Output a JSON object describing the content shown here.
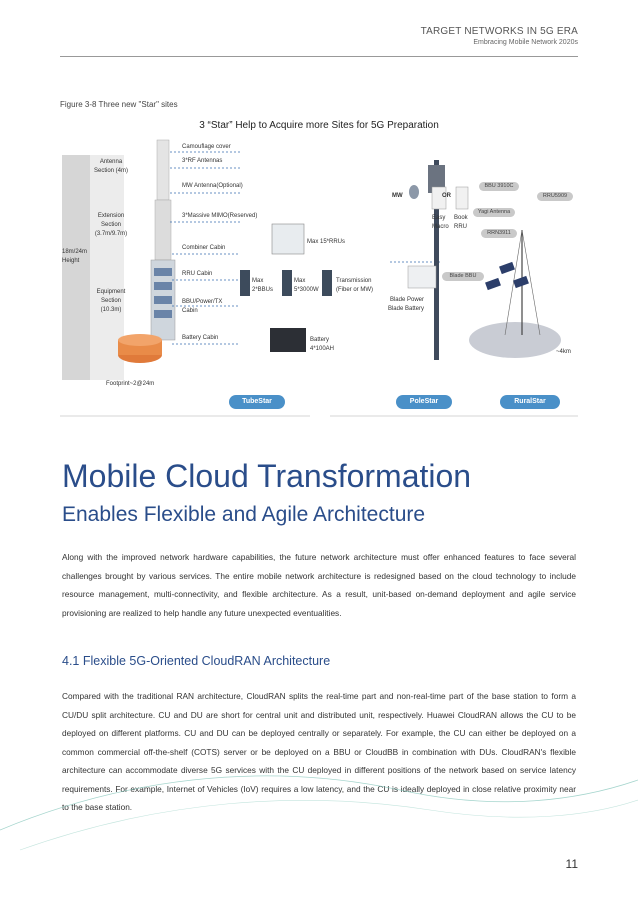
{
  "header": {
    "title": "TARGET NETWORKS IN 5G ERA",
    "subtitle": "Embracing Mobile Network 2020s"
  },
  "figure": {
    "caption": "Figure 3-8   Three new \"Star\" sites",
    "title": "3 “Star” Help to Acquire more Sites for 5G Preparation",
    "tube": {
      "antenna_section": "Antenna Section (4m)",
      "extension_section": "Extension Section (3.7m/9.7m)",
      "height": "18m/24m Height",
      "equipment_section": "Equipment Section (10.3m)",
      "footprint": "Footprint~2@24m",
      "camouflage": "Camouflage cover",
      "rf_antennas": "3*RF Antennas",
      "mw_antenna": "MW Antenna(Optional)",
      "massive_mimo": "3*Massive MIMO(Reserved)",
      "combiner_cabin": "Combiner Cabin",
      "rru_cabin": "RRU Cabin",
      "bbu_cabin": "BBU/Power/TX Cabin",
      "battery_cabin": "Battery Cabin",
      "max_rrus": "Max 15*RRUs",
      "max_bbus": "Max 2*BBUs",
      "max_power": "Max 5*3000W",
      "transmission": "Transmission (Fiber or MW)",
      "battery": "Battery 4*100AH"
    },
    "pole": {
      "mw": "MW",
      "or": "OR",
      "easy_macro": "Easy Macro",
      "book_rru": "Book RRU",
      "blade_bbu": "Blade BBU",
      "blade_power": "Blade Power Blade Battery"
    },
    "rural": {
      "bbu": "BBU 3910C",
      "rru5909": "RRU5909",
      "yagi": "Yagi Antenna",
      "rrn3911": "RRN3911",
      "area": "~4km"
    },
    "buttons": [
      "TubeStar",
      "PoleStar",
      "RuralStar"
    ]
  },
  "heading": "Mobile Cloud Transformation",
  "subheading": "Enables Flexible and Agile Architecture",
  "para1": "Along with the improved network hardware capabilities, the future network architecture must offer enhanced features to face several challenges brought by various services. The entire mobile network architecture is redesigned based on the cloud technology to include resource management, multi-connectivity, and flexible architecture. As a result, unit-based on-demand deployment and agile service provisioning are realized to help handle any future unexpected eventualities.",
  "section": "4.1   Flexible 5G-Oriented CloudRAN Architecture",
  "para2": "Compared with the traditional RAN architecture, CloudRAN splits the real-time part and non-real-time part of the base station to form a CU/DU split architecture. CU and DU are short for central unit and distributed unit, respectively. Huawei CloudRAN allows the CU to be deployed on different platforms. CU and DU can be deployed centrally or separately. For example, the CU can either be deployed on a common commercial off-the-shelf (COTS) server or be deployed on a BBU or CloudBB in combination with DUs. CloudRAN's flexible architecture can accommodate diverse 5G services with the CU deployed in different positions of the network based on service latency requirements. For example, Internet of Vehicles (IoV) requires a low latency, and the CU is ideally deployed in close relative proximity near to the base station.",
  "page_number": "11",
  "colors": {
    "heading": "#2a4d8a",
    "button": "#4a90c8",
    "dashes": "#3a6fb0"
  }
}
